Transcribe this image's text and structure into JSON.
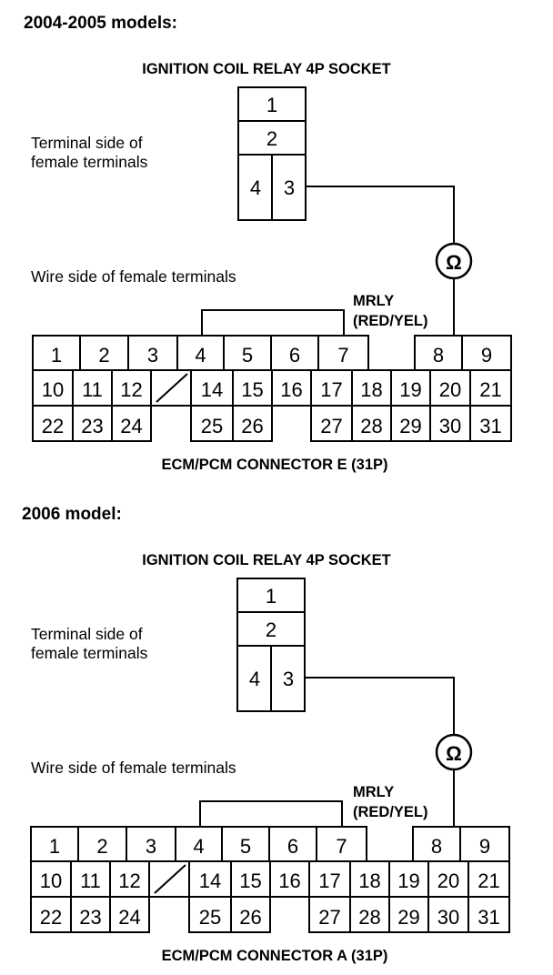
{
  "sections": [
    {
      "heading": "2004-2005 models:",
      "socket_title": "IGNITION COIL RELAY 4P SOCKET",
      "socket_caption": [
        "Terminal side of",
        "female terminals"
      ],
      "socket_terminals": [
        "1",
        "2",
        "4",
        "3"
      ],
      "ohm_symbol": "Ω",
      "wire_side_caption": "Wire side of female terminals",
      "wire_label": [
        "MRLY",
        "(RED/YEL)"
      ],
      "connector_row1": [
        "1",
        "2",
        "3",
        "4",
        "5",
        "6",
        "7",
        "8",
        "9"
      ],
      "connector_row2": [
        "10",
        "11",
        "12",
        "14",
        "15",
        "16",
        "17",
        "18",
        "19",
        "20",
        "21"
      ],
      "connector_row3": [
        "22",
        "23",
        "24",
        "25",
        "26",
        "27",
        "28",
        "29",
        "30",
        "31"
      ],
      "connector_title": "ECM/PCM CONNECTOR E (31P)"
    },
    {
      "heading": "2006 model:",
      "socket_title": "IGNITION COIL RELAY 4P SOCKET",
      "socket_caption": [
        "Terminal side of",
        "female terminals"
      ],
      "socket_terminals": [
        "1",
        "2",
        "4",
        "3"
      ],
      "ohm_symbol": "Ω",
      "wire_side_caption": "Wire side of female terminals",
      "wire_label": [
        "MRLY",
        "(RED/YEL)"
      ],
      "connector_row1": [
        "1",
        "2",
        "3",
        "4",
        "5",
        "6",
        "7",
        "8",
        "9"
      ],
      "connector_row2": [
        "10",
        "11",
        "12",
        "14",
        "15",
        "16",
        "17",
        "18",
        "19",
        "20",
        "21"
      ],
      "connector_row3": [
        "22",
        "23",
        "24",
        "25",
        "26",
        "27",
        "28",
        "29",
        "30",
        "31"
      ],
      "connector_title": "ECM/PCM CONNECTOR A (31P)"
    }
  ]
}
